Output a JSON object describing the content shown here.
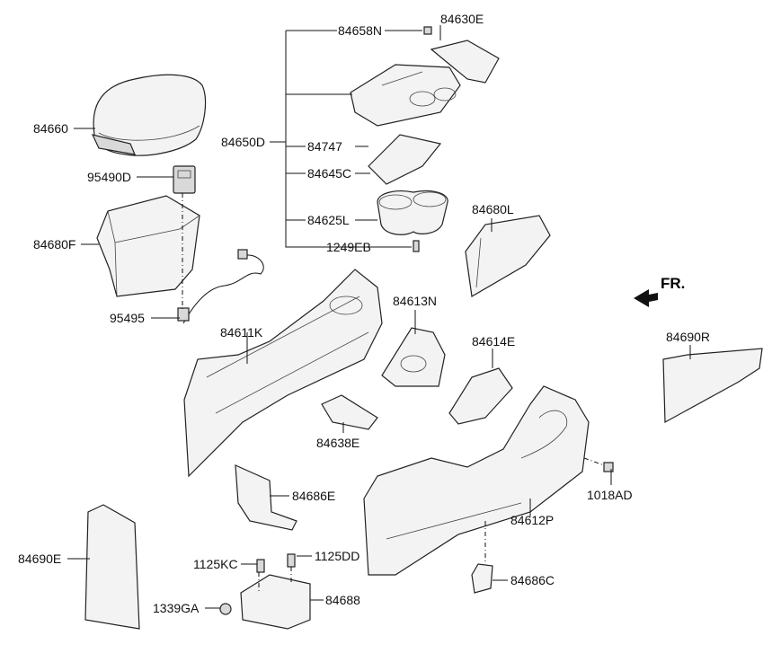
{
  "direction_label": "FR.",
  "parts": {
    "p84658N": "84658N",
    "p84630E": "84630E",
    "p84660": "84660",
    "p84650D": "84650D",
    "p84747": "84747",
    "p84645C": "84645C",
    "p95490D": "95490D",
    "p84625L": "84625L",
    "p84680L": "84680L",
    "p84680F": "84680F",
    "p1249EB": "1249EB",
    "p95495": "95495",
    "p84613N": "84613N",
    "p84611K": "84611K",
    "p84614E": "84614E",
    "p84690R": "84690R",
    "p84638E": "84638E",
    "p1018AD": "1018AD",
    "p84686E": "84686E",
    "p84612P": "84612P",
    "p84690E": "84690E",
    "p1125KC": "1125KC",
    "p1125DD": "1125DD",
    "p84686C": "84686C",
    "p1339GA": "1339GA",
    "p84688": "84688"
  }
}
